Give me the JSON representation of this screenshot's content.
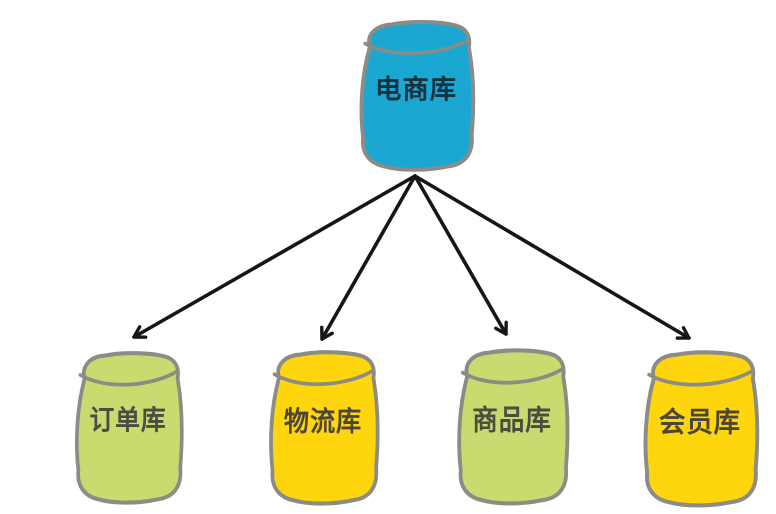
{
  "diagram": {
    "type": "tree",
    "root": {
      "label": "电商库",
      "fill": "#1aa7d2",
      "text_color": "#16323e"
    },
    "children": [
      {
        "label": "订单库",
        "fill": "#c8db6e",
        "text_color": "#4c4c40"
      },
      {
        "label": "物流库",
        "fill": "#ffd60d",
        "text_color": "#4c4633"
      },
      {
        "label": "商品库",
        "fill": "#c8db6e",
        "text_color": "#4c4c40"
      },
      {
        "label": "会员库",
        "fill": "#ffd60d",
        "text_color": "#4c4633"
      }
    ],
    "edges": [
      {
        "from": "电商库",
        "to": "订单库"
      },
      {
        "from": "电商库",
        "to": "物流库"
      },
      {
        "from": "电商库",
        "to": "商品库"
      },
      {
        "from": "电商库",
        "to": "会员库"
      }
    ],
    "colors": {
      "outline": "#8c8c86",
      "arrow": "#161616",
      "background": "#ffffff"
    }
  }
}
